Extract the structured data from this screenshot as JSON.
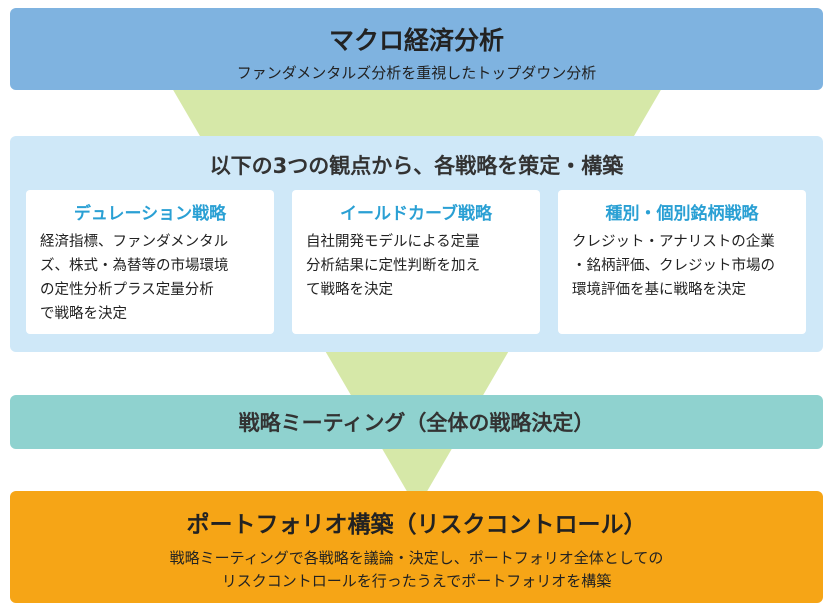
{
  "colors": {
    "funnel": "#d6e8a8",
    "macro_bg": "#7fb3e0",
    "criteria_bg": "#cfe8f8",
    "card_title": "#2aa0d4",
    "meeting_bg": "#8fd2cf",
    "portfolio_bg": "#f6a516"
  },
  "macro": {
    "title": "マクロ経済分析",
    "subtitle": "ファンダメンタルズ分析を重視したトップダウン分析"
  },
  "criteria": {
    "title": "以下の3つの観点から、各戦略を策定・構築",
    "cards": [
      {
        "title": "デュレーション戦略",
        "lines": [
          "経済指標、ファンダメンタル",
          "ズ、株式・為替等の市場環境",
          "の定性分析プラス定量分析",
          "で戦略を決定"
        ]
      },
      {
        "title": "イールドカーブ戦略",
        "lines": [
          "自社開発モデルによる定量",
          "分析結果に定性判断を加え",
          "て戦略を決定"
        ]
      },
      {
        "title": "種別・個別銘柄戦略",
        "lines": [
          "クレジット・アナリストの企業",
          "・銘柄評価、クレジット市場の",
          "環境評価を基に戦略を決定"
        ]
      }
    ]
  },
  "meeting": {
    "title": "戦略ミーティング（全体の戦略決定）"
  },
  "portfolio": {
    "title": "ポートフォリオ構築（リスクコントロール）",
    "lines": [
      "戦略ミーティングで各戦略を議論・決定し、ポートフォリオ全体としての",
      "リスクコントロールを行ったうえでポートフォリオを構築"
    ]
  }
}
